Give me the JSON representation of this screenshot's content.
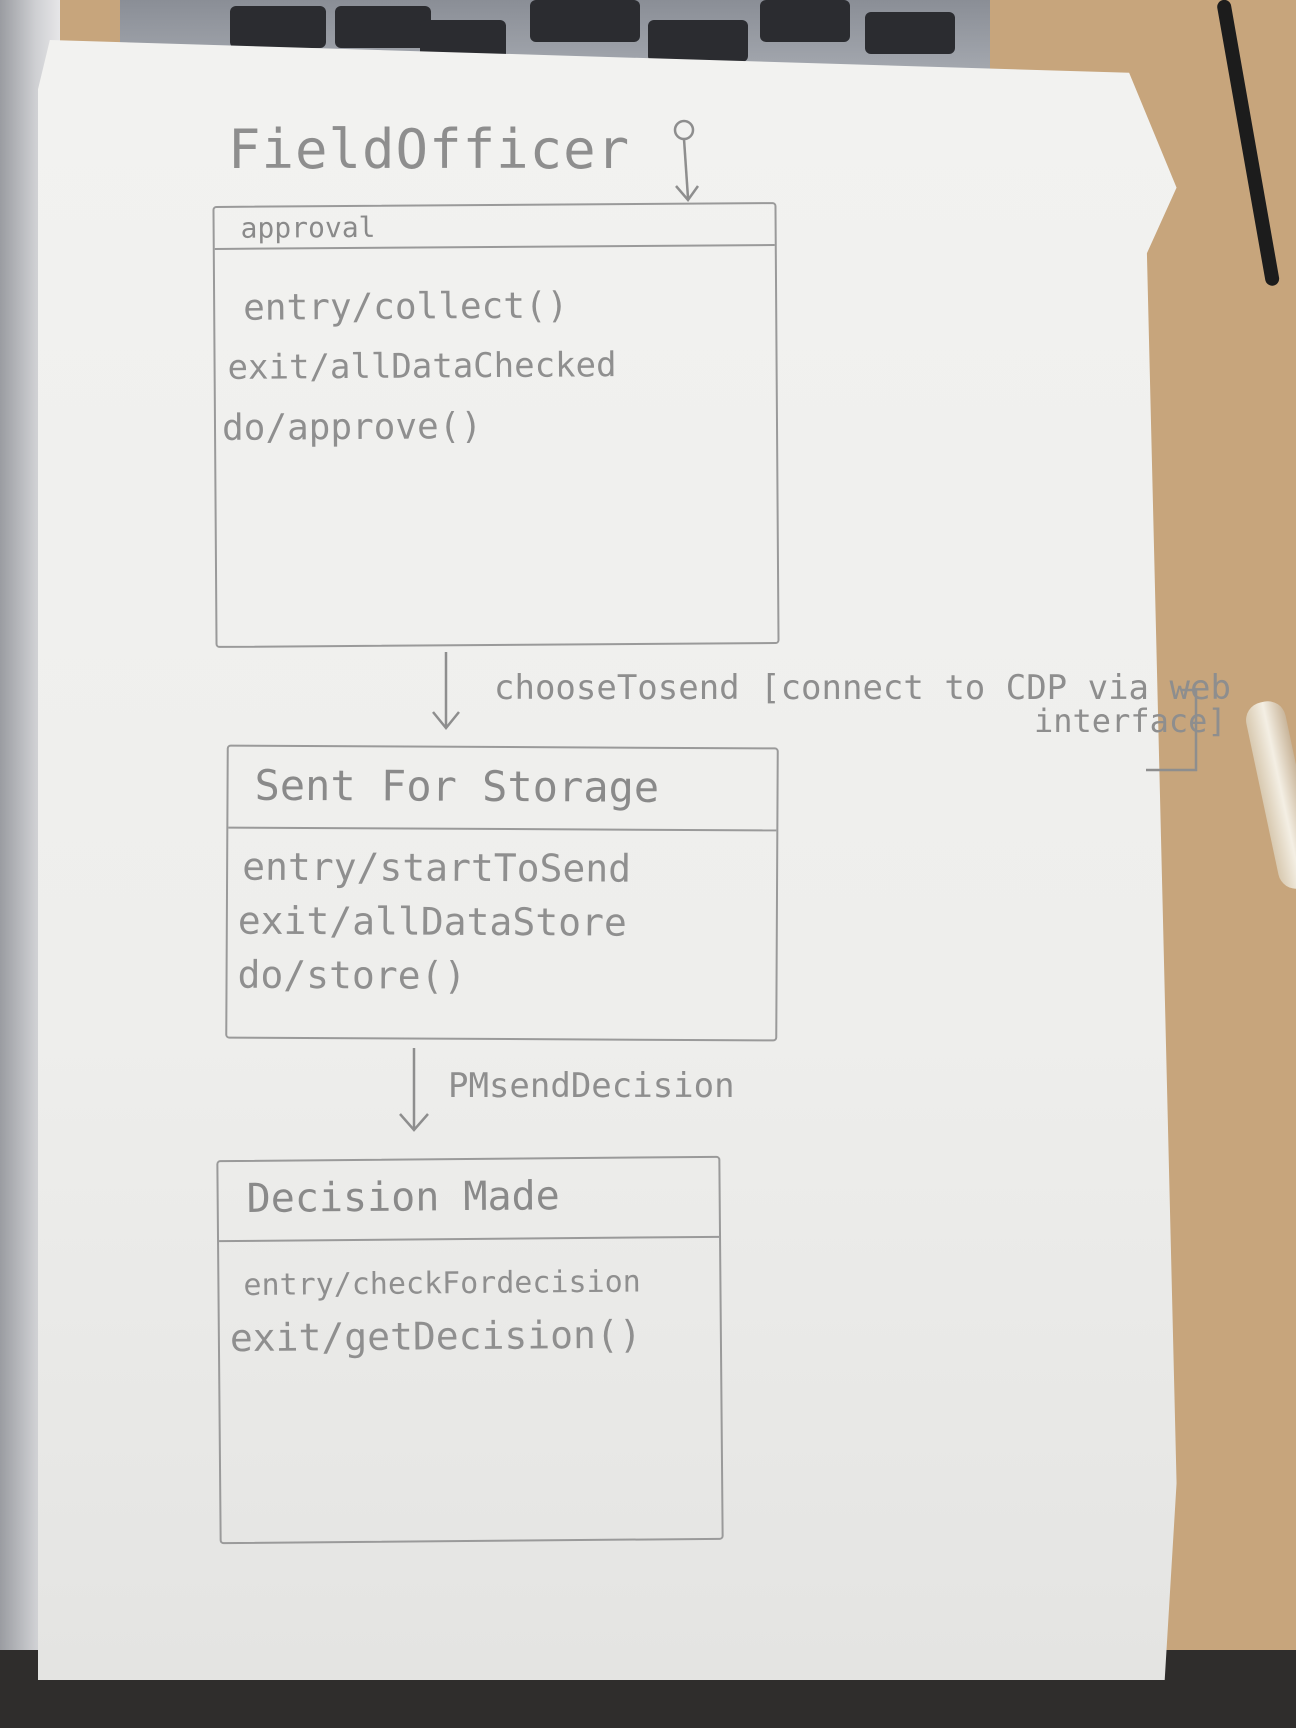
{
  "diagram": {
    "title": "FieldOfficer",
    "states": [
      {
        "name": "approval",
        "activities": [
          "entry/collect()",
          "exit/allDataChecked",
          "do/approve()"
        ]
      },
      {
        "name": "Sent For Storage",
        "activities": [
          "entry/startToSend",
          "exit/allDataStore",
          "do/store()"
        ]
      },
      {
        "name": "Decision Made",
        "activities": [
          "entry/checkFordecision",
          "exit/getDecision()"
        ]
      }
    ],
    "transitions": [
      {
        "label_line1": "chooseTosend [connect to CDP via web",
        "label_line2": "interface]"
      },
      {
        "label": "PMsendDecision"
      }
    ]
  }
}
